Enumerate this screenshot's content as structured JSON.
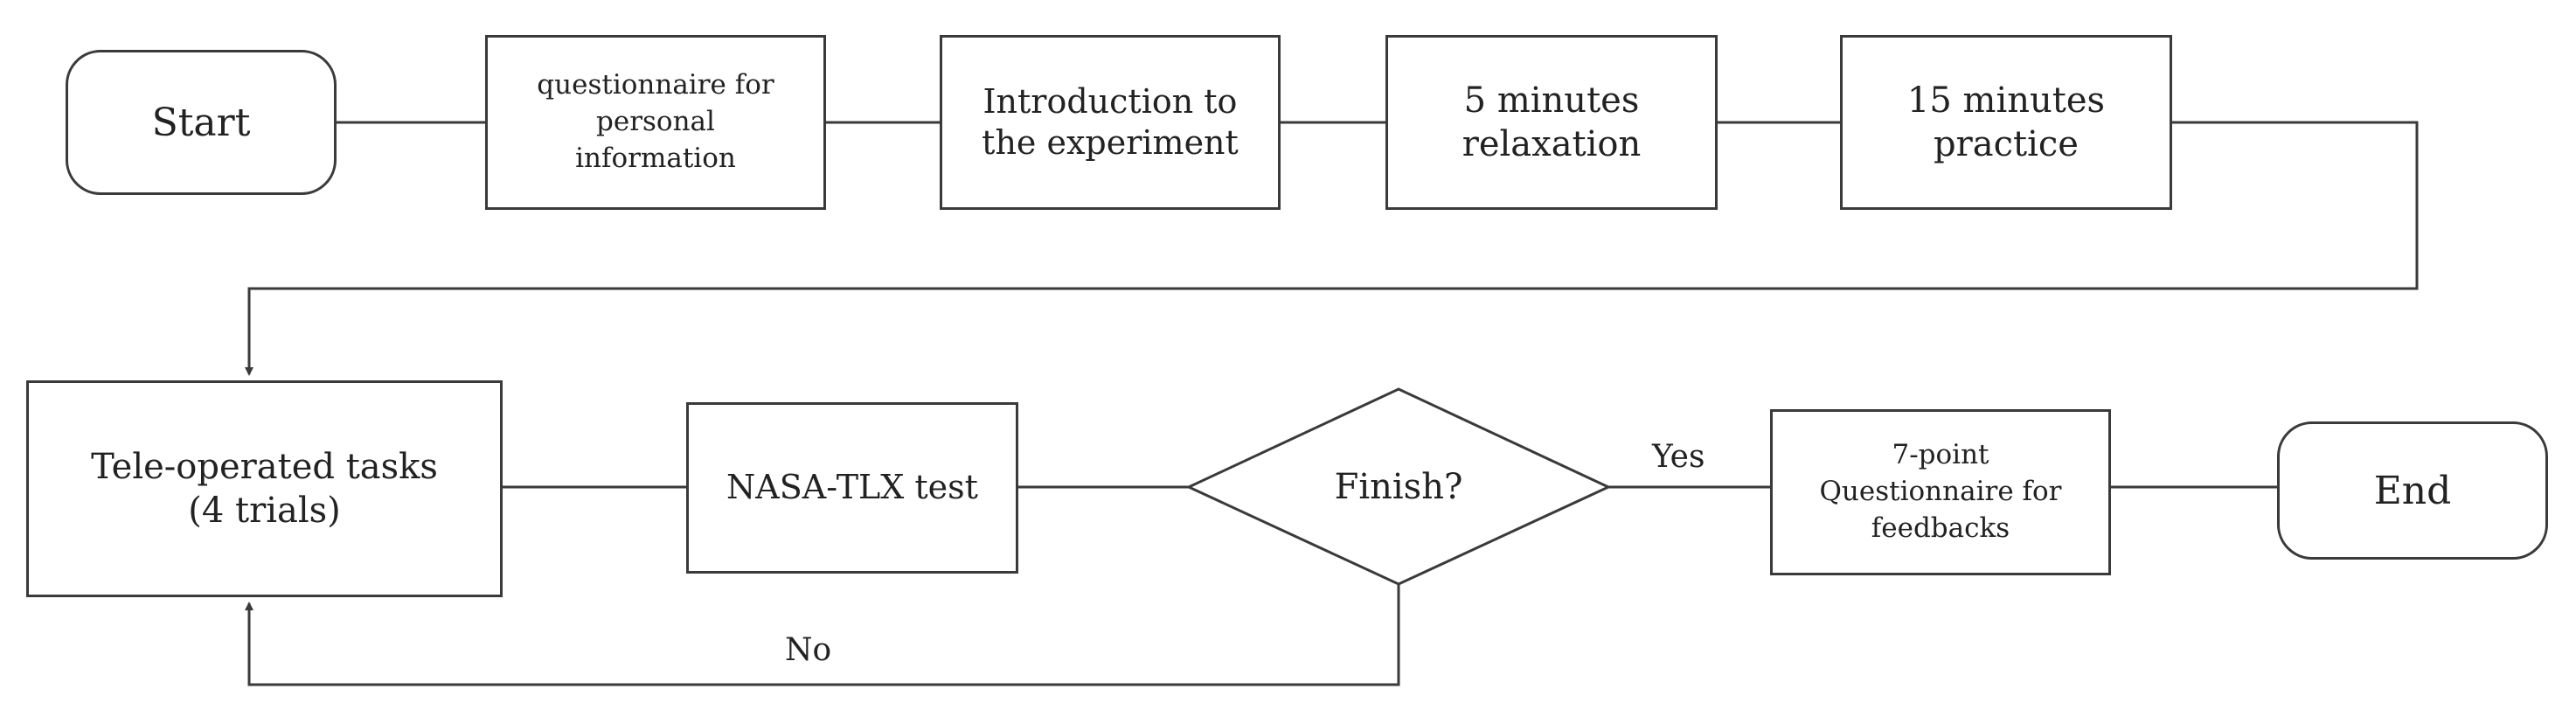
{
  "nodes": {
    "start": "Start",
    "questionnaire_personal": "questionnaire for\npersonal\ninformation",
    "introduction": "Introduction to\nthe experiment",
    "relaxation": "5 minutes\nrelaxation",
    "practice": "15 minutes\npractice",
    "teleoperated": "Tele-operated tasks\n(4 trials)",
    "nasa_tlx": "NASA-TLX test",
    "finish": "Finish?",
    "feedback_questionnaire": "7-point\nQuestionnaire for\nfeedbacks",
    "end": "End"
  },
  "edges": {
    "yes_label": "Yes",
    "no_label": "No"
  },
  "colors": {
    "stroke": "#3a3a3a",
    "text": "#222222",
    "background": "#ffffff"
  }
}
